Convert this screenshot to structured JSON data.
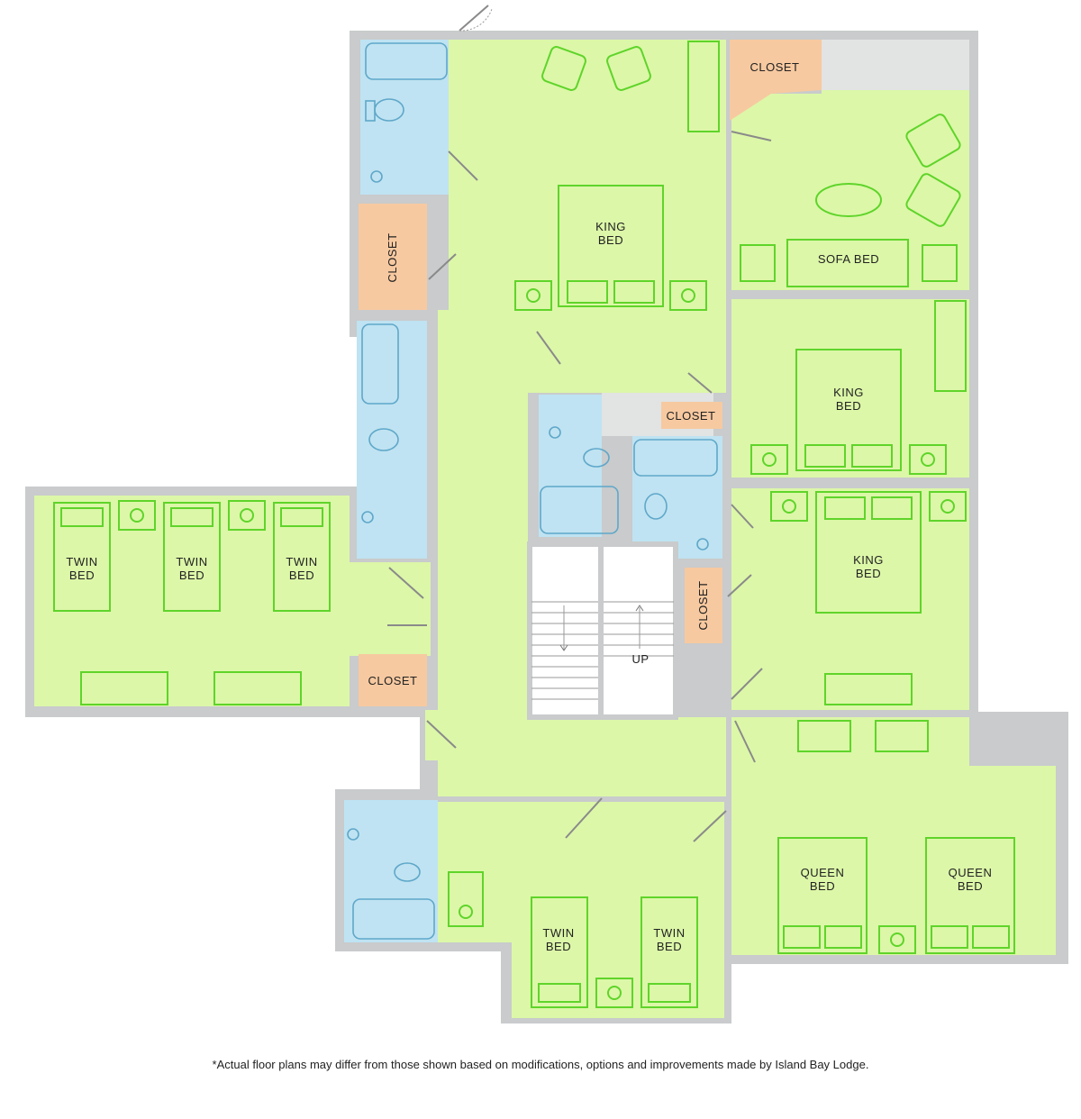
{
  "labels": {
    "closet_top_right": "CLOSET",
    "closet_left_upper": "CLOSET",
    "king_bed_1": [
      "KING",
      "BED"
    ],
    "sofa_bed": "SOFA BED",
    "king_bed_2": [
      "KING",
      "BED"
    ],
    "closet_center": "CLOSET",
    "twin_bed_a": [
      "TWIN",
      "BED"
    ],
    "twin_bed_b": [
      "TWIN",
      "BED"
    ],
    "twin_bed_c": [
      "TWIN",
      "BED"
    ],
    "king_bed_3": [
      "KING",
      "BED"
    ],
    "closet_vertical_center": "CLOSET",
    "stairs_up": "UP",
    "closet_left_lower": "CLOSET",
    "queen_bed_a": [
      "QUEEN",
      "BED"
    ],
    "queen_bed_b": [
      "QUEEN",
      "BED"
    ],
    "twin_bed_d": [
      "TWIN",
      "BED"
    ],
    "twin_bed_e": [
      "TWIN",
      "BED"
    ]
  },
  "footnote": "*Actual floor plans may differ from those shown based on modifications, options and improvements made by Island Bay Lodge.",
  "colors": {
    "room": "#dcf7a8",
    "bath": "#bfe3f2",
    "closet": "#f7c9a0",
    "wall": "#c9cbcc",
    "furniture": "#5fd42a"
  }
}
